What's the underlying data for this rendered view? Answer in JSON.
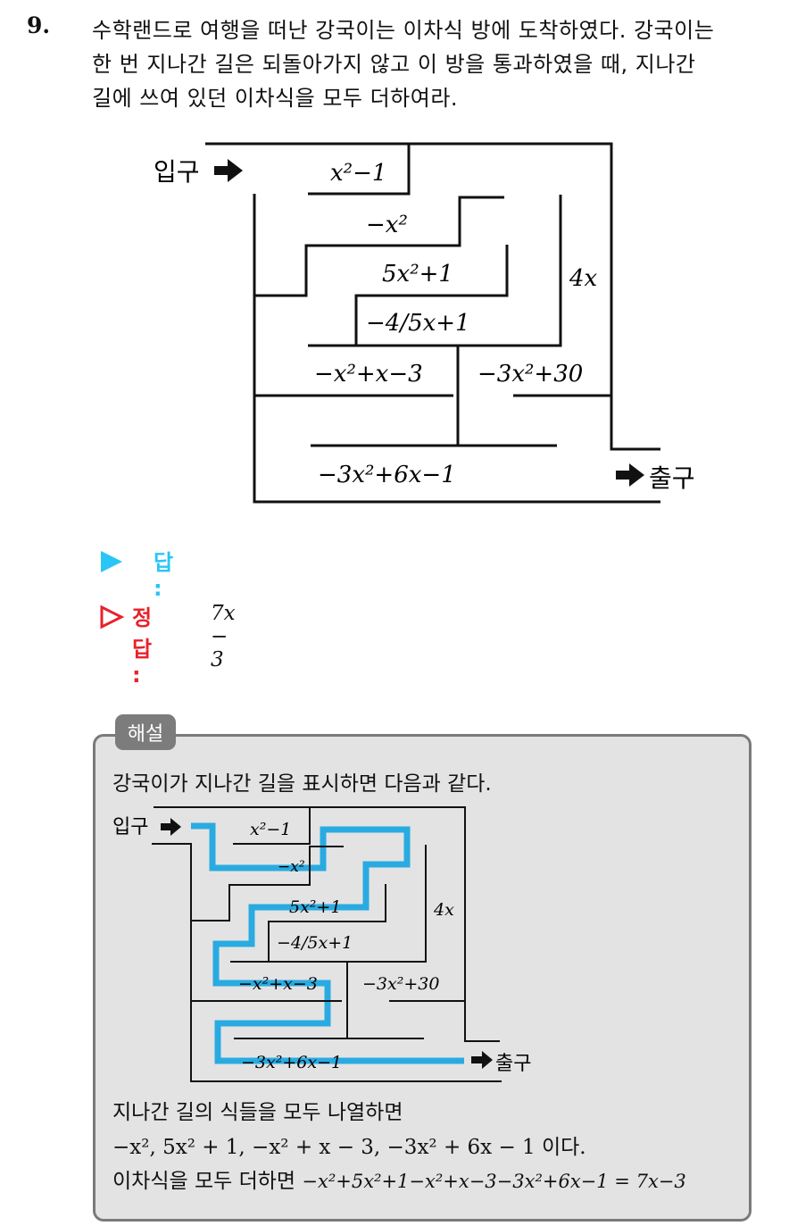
{
  "question": {
    "number": "9.",
    "lines": [
      "수학랜드로 여행을 떠난 강국이는 이차식 방에 도착하였다. 강국이는",
      "한 번 지나간 길은 되돌아가지 않고 이 방을 통과하였을 때, 지나간",
      "길에 쓰여 있던 이차식을 모두 더하여라."
    ]
  },
  "maze": {
    "entrance": "입구",
    "exit": "출구",
    "labels": {
      "x2m1": "x²−1",
      "mx2": "−x²",
      "fivex2p1": "5x²+1",
      "frac": "−4/5x+1",
      "mx2pxm3": "−x²+x−3",
      "m3x2p30": "−3x²+30",
      "fourx": "4x",
      "m3x2p6xm1": "−3x²+6x−1"
    },
    "path_color": "#29abe2"
  },
  "answer": {
    "label": "답 :",
    "marker_color": "#29c5f6"
  },
  "correct": {
    "label": "정답 :",
    "value": "7x − 3",
    "color": "#e8212a"
  },
  "solution": {
    "tag": "해설",
    "intro": "강국이가 지나간 길을 표시하면 다음과 같다.",
    "line1": "지나간 길의 식들을 모두 나열하면",
    "line2": "−x², 5x² + 1, −x² + x − 3, −3x² + 6x − 1 이다.",
    "line3_prefix": "이차식을 모두 더하면",
    "line3_expr": "−x²+5x²+1−x²+x−3−3x²+6x−1 = 7x−3"
  }
}
